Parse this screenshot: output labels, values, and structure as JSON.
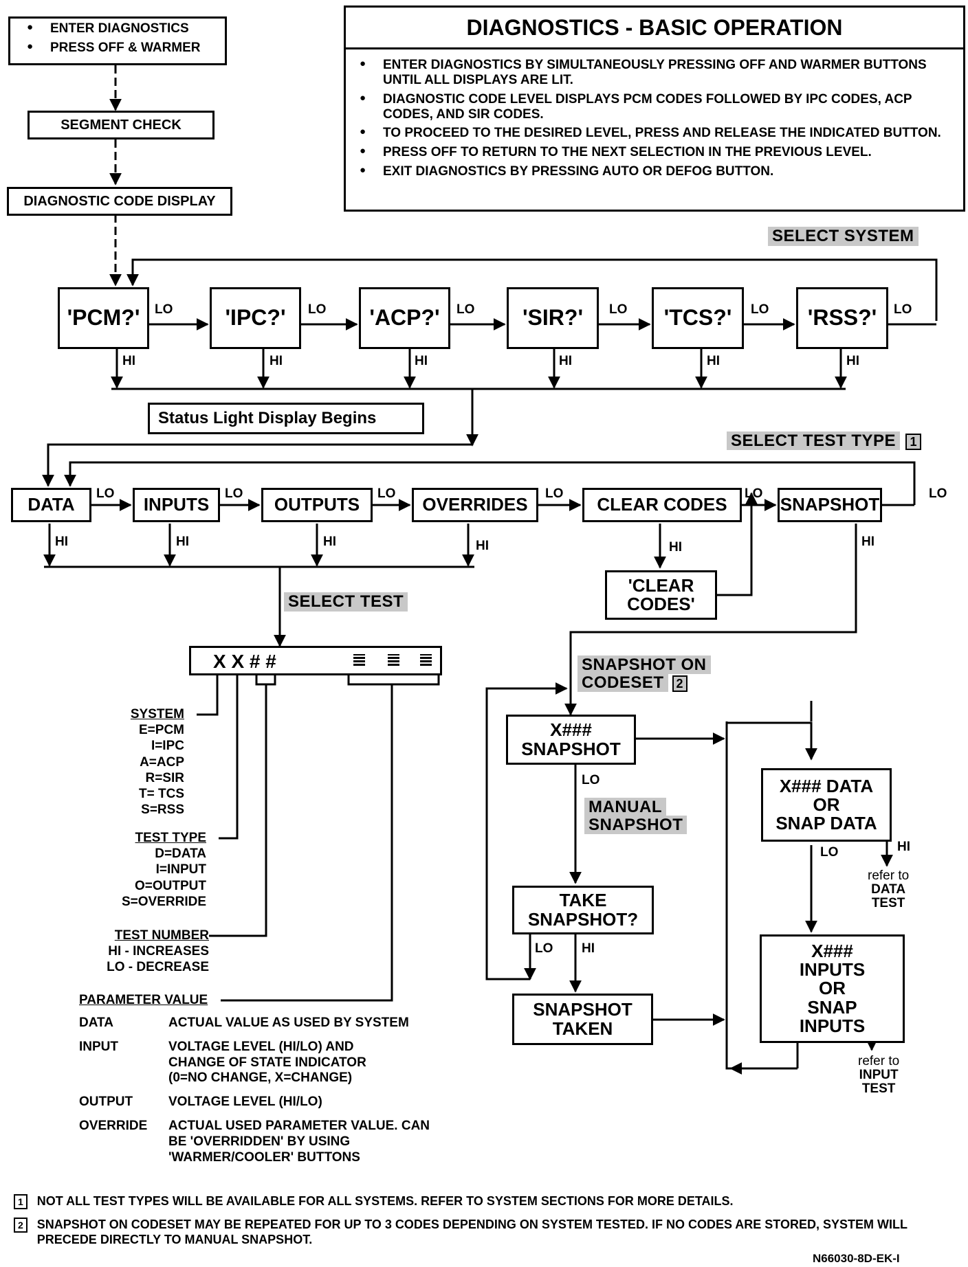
{
  "entry": {
    "items": [
      "ENTER DIAGNOSTICS",
      "PRESS OFF & WARMER"
    ]
  },
  "segment_check": "SEGMENT CHECK",
  "code_display": "DIAGNOSTIC CODE DISPLAY",
  "basic": {
    "title": "DIAGNOSTICS - BASIC OPERATION",
    "items": [
      "ENTER DIAGNOSTICS BY SIMULTANEOUSLY PRESSING OFF AND WARMER BUTTONS UNTIL ALL DISPLAYS ARE LIT.",
      "DIAGNOSTIC CODE LEVEL DISPLAYS PCM CODES FOLLOWED BY IPC CODES, ACP CODES, AND SIR CODES.",
      "TO PROCEED TO THE DESIRED LEVEL, PRESS AND RELEASE THE INDICATED BUTTON.",
      "PRESS OFF TO RETURN TO THE NEXT SELECTION IN THE PREVIOUS LEVEL.",
      "EXIT DIAGNOSTICS BY PRESSING AUTO OR DEFOG BUTTON."
    ]
  },
  "select_system": "SELECT SYSTEM",
  "systems": [
    "'PCM?'",
    "'IPC?'",
    "'ACP?'",
    "'SIR?'",
    "'TCS?'",
    "'RSS?'"
  ],
  "lo": "LO",
  "hi": "HI",
  "status_light": "Status Light Display Begins",
  "select_test_type": "SELECT TEST TYPE",
  "note_mark_1": "1",
  "note_mark_2": "2",
  "test_types": [
    "DATA",
    "INPUTS",
    "OUTPUTS",
    "OVERRIDES",
    "CLEAR CODES",
    "SNAPSHOT"
  ],
  "clear_codes_box": [
    "'CLEAR",
    "CODES'"
  ],
  "select_test": "SELECT TEST",
  "display_code": "X X # #",
  "legend": {
    "system_title": "SYSTEM",
    "system_items": [
      "E=PCM",
      "I=IPC",
      "A=ACP",
      "R=SIR",
      "T= TCS",
      "S=RSS"
    ],
    "test_type_title": "TEST TYPE",
    "test_type_items": [
      "D=DATA",
      "I=INPUT",
      "O=OUTPUT",
      "S=OVERRIDE"
    ],
    "test_number_title": "TEST NUMBER",
    "test_number_items": [
      "HI - INCREASES",
      "LO - DECREASE"
    ],
    "param_title": "PARAMETER VALUE",
    "param_rows": [
      {
        "k": "DATA",
        "v": "ACTUAL VALUE AS USED BY SYSTEM"
      },
      {
        "k": "INPUT",
        "v": "VOLTAGE LEVEL (HI/LO) AND CHANGE OF STATE INDICATOR (0=NO CHANGE, X=CHANGE)"
      },
      {
        "k": "OUTPUT",
        "v": "VOLTAGE LEVEL (HI/LO)"
      },
      {
        "k": "OVERRIDE",
        "v": "ACTUAL USED PARAMETER VALUE. CAN BE 'OVERRIDDEN' BY USING 'WARMER/COOLER' BUTTONS"
      }
    ]
  },
  "snapshot_on_codeset": [
    "SNAPSHOT ON",
    "CODESET"
  ],
  "x_snapshot": [
    "X###",
    "SNAPSHOT"
  ],
  "manual_snapshot": [
    "MANUAL",
    "SNAPSHOT"
  ],
  "take_snapshot": [
    "TAKE",
    "SNAPSHOT?"
  ],
  "snapshot_taken": [
    "SNAPSHOT",
    "TAKEN"
  ],
  "x_data": [
    "X### DATA",
    "OR",
    "SNAP DATA"
  ],
  "x_inputs": [
    "X###",
    "INPUTS",
    "OR",
    "SNAP",
    "INPUTS"
  ],
  "refer_data": [
    "refer to",
    "DATA",
    "TEST"
  ],
  "refer_input": [
    "refer to",
    "INPUT",
    "TEST"
  ],
  "footnotes": [
    "NOT ALL TEST TYPES WILL BE AVAILABLE FOR ALL SYSTEMS. REFER TO SYSTEM SECTIONS FOR MORE DETAILS.",
    "SNAPSHOT ON CODESET MAY BE REPEATED FOR UP TO 3 CODES DEPENDING ON SYSTEM TESTED. IF NO CODES ARE STORED, SYSTEM WILL PRECEDE DIRECTLY TO MANUAL SNAPSHOT."
  ],
  "doc_id": "N66030-8D-EK-I"
}
